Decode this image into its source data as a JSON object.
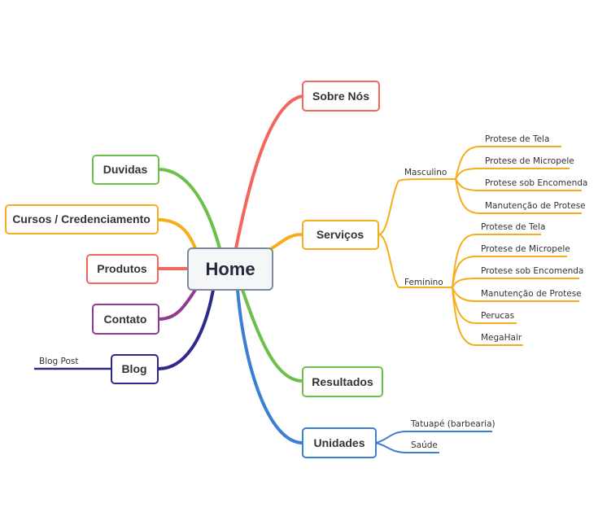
{
  "root": {
    "label": "Home"
  },
  "colors": {
    "sobre": "#f2665c",
    "servicos": "#f6ad1b",
    "resultados": "#6cc04a",
    "unidades": "#3a7fd1",
    "duvidas": "#6cc04a",
    "cursos": "#f6ad1b",
    "produtos": "#f2665c",
    "contato": "#8e3b91",
    "blog": "#2e2a8c",
    "root_border": "#7d8a99",
    "root_fill": "#f4f6f8"
  },
  "branches": {
    "sobre": {
      "label": "Sobre Nós"
    },
    "servicos": {
      "label": "Serviços",
      "masculino": {
        "label": "Masculino",
        "items": [
          "Protese de Tela",
          "Protese de Micropele",
          "Protese sob Encomenda",
          "Manutenção de Protese"
        ]
      },
      "feminino": {
        "label": "Feminino",
        "items": [
          "Protese de Tela",
          "Protese de Micropele",
          "Protese sob Encomenda",
          "Manutenção de Protese",
          "Perucas",
          "MegaHair"
        ]
      }
    },
    "resultados": {
      "label": "Resultados"
    },
    "unidades": {
      "label": "Unidades",
      "items": [
        "Tatuapé (barbearia)",
        "Saúde"
      ]
    },
    "duvidas": {
      "label": "Duvidas"
    },
    "cursos": {
      "label": "Cursos / Credenciamento"
    },
    "produtos": {
      "label": "Produtos"
    },
    "contato": {
      "label": "Contato"
    },
    "blog": {
      "label": "Blog",
      "items": [
        "Blog Post"
      ]
    }
  }
}
